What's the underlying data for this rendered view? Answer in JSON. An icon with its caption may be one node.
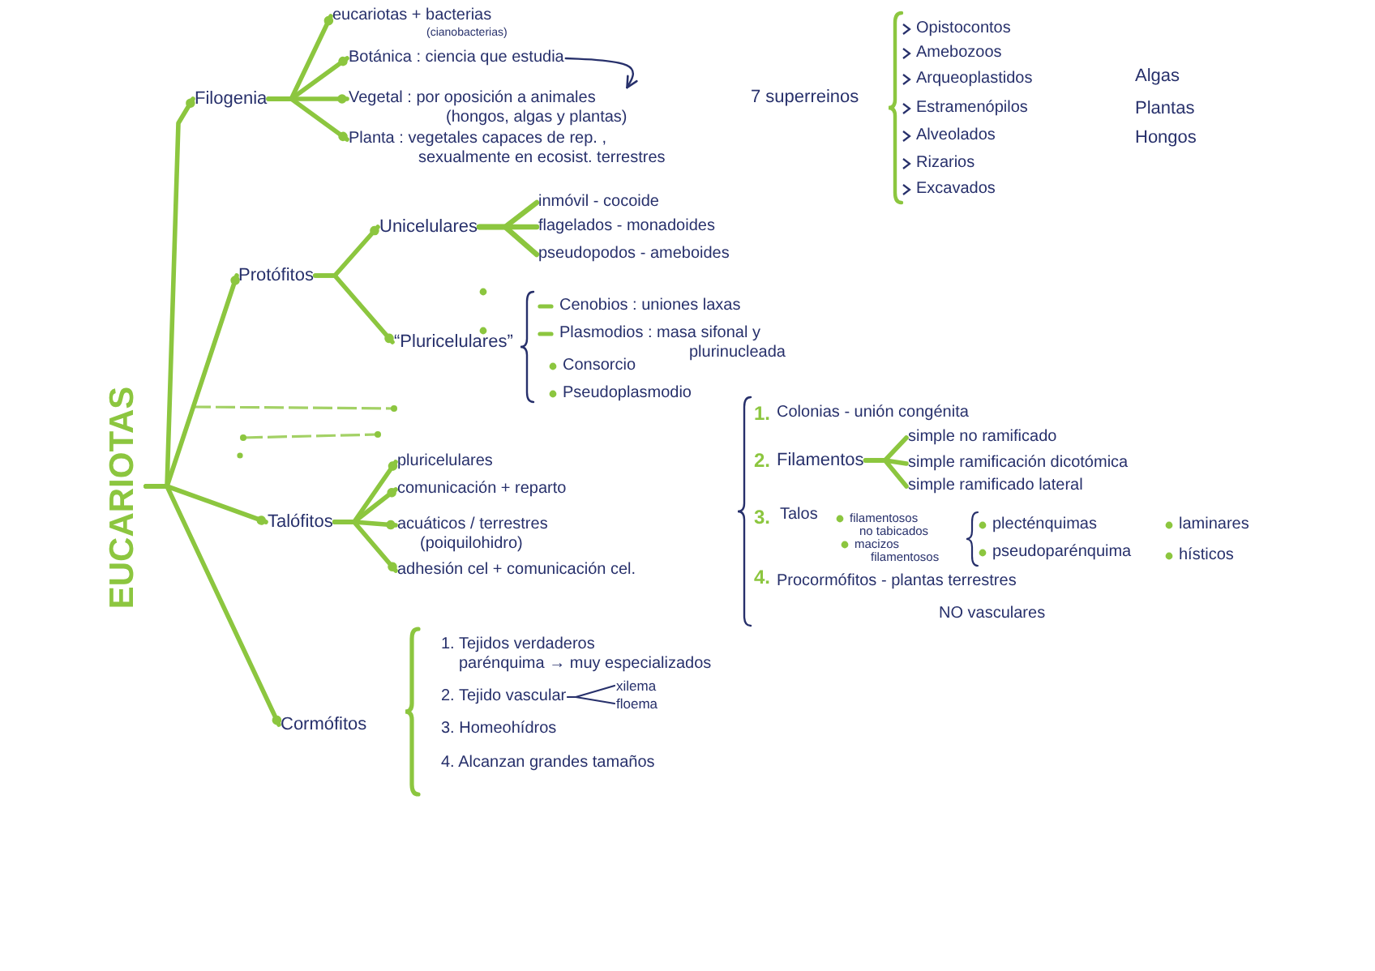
{
  "diagram": {
    "nodes": [
      {
        "text": [
          "EUCARIOTAS"
        ]
      },
      {
        "text": [
          "Filogenia"
        ]
      },
      {
        "text": [
          "eucariotas + bacterias",
          "(cianobacterias)"
        ]
      },
      {
        "text": [
          "Botánica : ciencia que estudia"
        ]
      },
      {
        "text": [
          "Vegetal : por oposición a animales (hongos, algas y plantas)"
        ]
      },
      {
        "text": [
          "Planta : vegetales capaces de rep. , sexualmente en ecosist. terrestres"
        ]
      },
      {
        "text": [
          "Protófitos"
        ]
      },
      {
        "text": [
          "Unicelulares"
        ]
      },
      {
        "text": [
          "inmóvil - cocoide"
        ]
      },
      {
        "text": [
          "flagelados - monadoides"
        ]
      },
      {
        "text": [
          "pseudopodos - ameboides"
        ]
      },
      {
        "text": [
          "“Pluricelulares”"
        ]
      },
      {
        "text": [
          "Talófitos"
        ]
      },
      {
        "text": [
          "pluricelulares"
        ]
      },
      {
        "text": [
          "comunicación + reparto"
        ]
      },
      {
        "text": [
          "acuáticos / terrestres (poiquilohidro)"
        ]
      },
      {
        "text": [
          "adhesión cel + comunicación cel."
        ]
      },
      {
        "text": [
          "Cormófitos"
        ]
      },
      {
        "text": [
          "2. Tejido vascular"
        ]
      },
      {
        "text": [
          "xilema"
        ]
      },
      {
        "text": [
          "floema"
        ]
      },
      {
        "text": [
          "Filamentos"
        ]
      },
      {
        "text": [
          "simple no ramificado"
        ]
      },
      {
        "text": [
          "simple ramificación dicotómica"
        ]
      },
      {
        "text": [
          "simple ramificado lateral"
        ]
      }
    ],
    "edges": [
      {
        "from": 0,
        "to": 1,
        "arrow": "other"
      },
      {
        "from": 0,
        "to": 6,
        "arrow": "other"
      },
      {
        "from": 0,
        "to": 12,
        "arrow": "other"
      },
      {
        "from": 0,
        "to": 17,
        "arrow": "other"
      },
      {
        "from": 1,
        "to": 2,
        "arrow": "other"
      },
      {
        "from": 1,
        "to": 3,
        "arrow": "other"
      },
      {
        "from": 1,
        "to": 4,
        "arrow": "other"
      },
      {
        "from": 1,
        "to": 5,
        "arrow": "other"
      },
      {
        "from": 3,
        "to": 4,
        "arrow": "to",
        "color": "#27306b"
      },
      {
        "from": 6,
        "to": 7,
        "arrow": "other"
      },
      {
        "from": 6,
        "to": 11,
        "arrow": "other"
      },
      {
        "from": 7,
        "to": 8,
        "arrow": "none"
      },
      {
        "from": 7,
        "to": 9,
        "arrow": "none"
      },
      {
        "from": 7,
        "to": 10,
        "arrow": "none"
      },
      {
        "from": 12,
        "to": 13,
        "arrow": "other"
      },
      {
        "from": 12,
        "to": 14,
        "arrow": "other"
      },
      {
        "from": 12,
        "to": 15,
        "arrow": "other"
      },
      {
        "from": 12,
        "to": 16,
        "arrow": "other"
      },
      {
        "from": 18,
        "to": 19,
        "arrow": "none",
        "color": "#27306b"
      },
      {
        "from": 18,
        "to": 20,
        "arrow": "none",
        "color": "#27306b"
      },
      {
        "from": 21,
        "to": 22,
        "arrow": "none"
      },
      {
        "from": 21,
        "to": 23,
        "arrow": "none"
      },
      {
        "from": 21,
        "to": 24,
        "arrow": "none"
      }
    ],
    "labels": [
      "7 superreinos",
      "Opistocontos",
      "Amebozoos",
      "Arqueoplastidos",
      "Estramenópilos",
      "Alveolados",
      "Rizarios",
      "Excavados",
      "Algas",
      "Plantas",
      "Hongos",
      "Cenobios : uniones laxas",
      "Plasmodios : masa sifonal y plurinucleada",
      "Consorcio",
      "Pseudoplasmodio",
      "1.",
      "Colonias - unión congénita",
      "2.",
      "3.",
      "Talos",
      "filamentosos no tabicados",
      "macizos filamentosos",
      "plecténquimas",
      "pseudoparénquima",
      "laminares",
      "hísticos",
      "4.",
      "Procormófitos - plantas terrestres NO vasculares",
      "1. Tejidos verdaderos parénquima → muy especializados",
      "3. Homeohídros",
      "4. Alcanzan grandes tamaños"
    ]
  }
}
